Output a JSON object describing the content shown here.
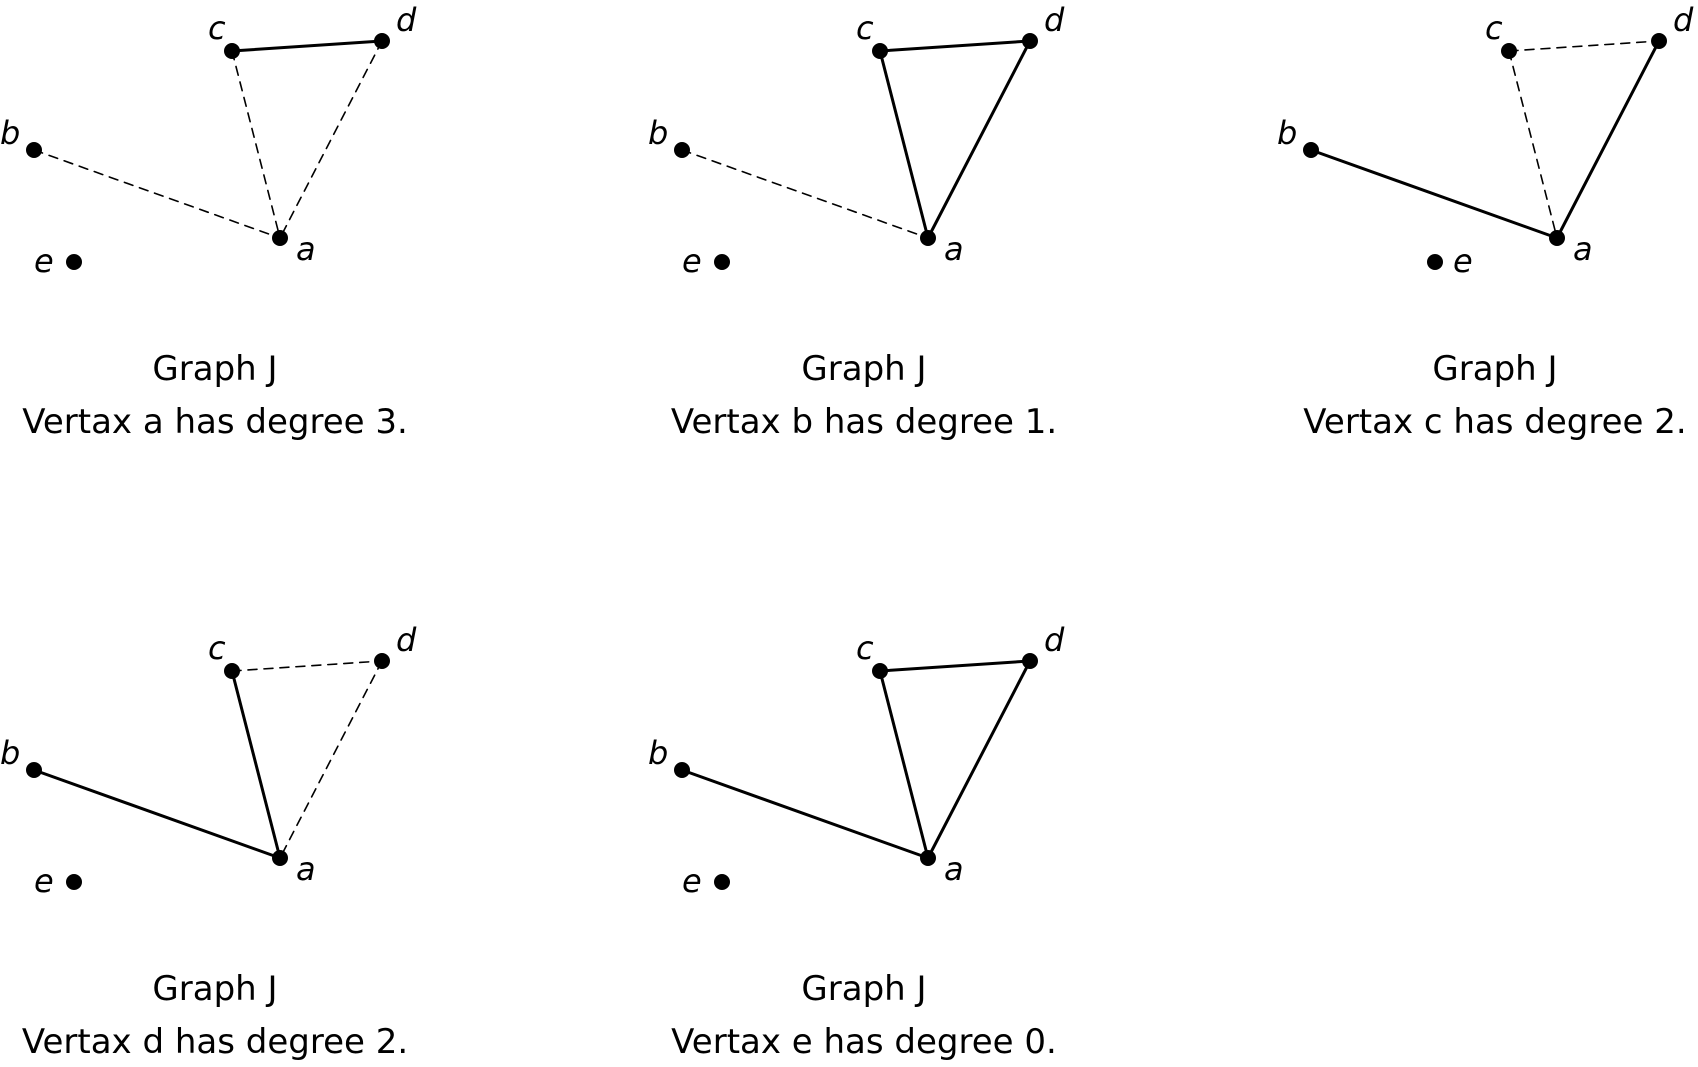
{
  "panels": [
    {
      "caption_title": "Graph J",
      "caption_text": "Vertax a has degree 3.",
      "highlighted_vertex": "a",
      "vertices": [
        {
          "id": "a",
          "label": "a"
        },
        {
          "id": "b",
          "label": "b"
        },
        {
          "id": "c",
          "label": "c"
        },
        {
          "id": "d",
          "label": "d"
        },
        {
          "id": "e",
          "label": "e"
        }
      ],
      "edges": [
        {
          "from": "c",
          "to": "d",
          "style": "solid"
        },
        {
          "from": "b",
          "to": "a",
          "style": "dashed"
        },
        {
          "from": "c",
          "to": "a",
          "style": "dashed"
        },
        {
          "from": "d",
          "to": "a",
          "style": "dashed"
        }
      ]
    },
    {
      "caption_title": "Graph J",
      "caption_text": "Vertax b has degree 1.",
      "highlighted_vertex": "b",
      "vertices": [
        {
          "id": "a",
          "label": "a"
        },
        {
          "id": "b",
          "label": "b"
        },
        {
          "id": "c",
          "label": "c"
        },
        {
          "id": "d",
          "label": "d"
        },
        {
          "id": "e",
          "label": "e"
        }
      ],
      "edges": [
        {
          "from": "c",
          "to": "d",
          "style": "solid"
        },
        {
          "from": "c",
          "to": "a",
          "style": "solid"
        },
        {
          "from": "d",
          "to": "a",
          "style": "solid"
        },
        {
          "from": "b",
          "to": "a",
          "style": "dashed"
        }
      ]
    },
    {
      "caption_title": "Graph J",
      "caption_text": "Vertax c has degree 2.",
      "highlighted_vertex": "c",
      "vertices": [
        {
          "id": "a",
          "label": "a"
        },
        {
          "id": "b",
          "label": "b"
        },
        {
          "id": "c",
          "label": "c"
        },
        {
          "id": "d",
          "label": "d"
        },
        {
          "id": "e",
          "label": "e"
        }
      ],
      "edges": [
        {
          "from": "c",
          "to": "d",
          "style": "dashed"
        },
        {
          "from": "c",
          "to": "a",
          "style": "dashed"
        },
        {
          "from": "b",
          "to": "a",
          "style": "solid"
        },
        {
          "from": "d",
          "to": "a",
          "style": "solid"
        }
      ]
    },
    {
      "caption_title": "Graph J",
      "caption_text": "Vertax d has degree 2.",
      "highlighted_vertex": "d",
      "vertices": [
        {
          "id": "a",
          "label": "a"
        },
        {
          "id": "b",
          "label": "b"
        },
        {
          "id": "c",
          "label": "c"
        },
        {
          "id": "d",
          "label": "d"
        },
        {
          "id": "e",
          "label": "e"
        }
      ],
      "edges": [
        {
          "from": "c",
          "to": "d",
          "style": "dashed"
        },
        {
          "from": "d",
          "to": "a",
          "style": "dashed"
        },
        {
          "from": "b",
          "to": "a",
          "style": "solid"
        },
        {
          "from": "c",
          "to": "a",
          "style": "solid"
        }
      ]
    },
    {
      "caption_title": "Graph J",
      "caption_text": "Vertax e has degree 0.",
      "highlighted_vertex": "e",
      "vertices": [
        {
          "id": "a",
          "label": "a"
        },
        {
          "id": "b",
          "label": "b"
        },
        {
          "id": "c",
          "label": "c"
        },
        {
          "id": "d",
          "label": "d"
        },
        {
          "id": "e",
          "label": "e"
        }
      ],
      "edges": [
        {
          "from": "c",
          "to": "d",
          "style": "solid"
        },
        {
          "from": "c",
          "to": "a",
          "style": "solid"
        },
        {
          "from": "d",
          "to": "a",
          "style": "solid"
        },
        {
          "from": "b",
          "to": "a",
          "style": "solid"
        }
      ]
    }
  ]
}
